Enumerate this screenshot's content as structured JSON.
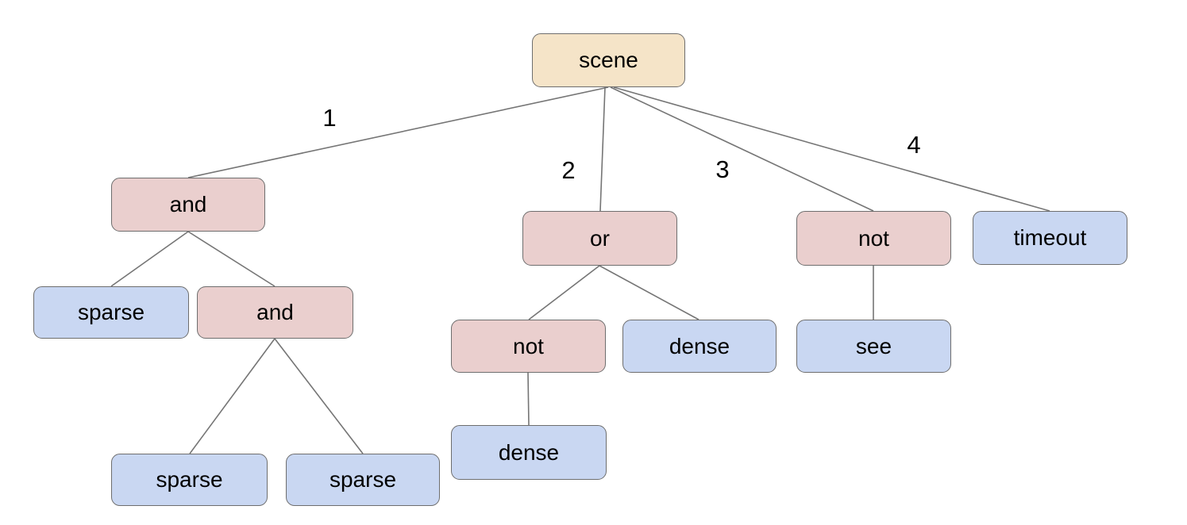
{
  "diagram": {
    "type": "tree",
    "root": "scene",
    "nodes": {
      "scene": {
        "label": "scene",
        "kind": "root"
      },
      "and1": {
        "label": "and",
        "kind": "operator"
      },
      "or1": {
        "label": "or",
        "kind": "operator"
      },
      "not1": {
        "label": "not",
        "kind": "operator"
      },
      "timeout": {
        "label": "timeout",
        "kind": "leaf"
      },
      "sparse1": {
        "label": "sparse",
        "kind": "leaf"
      },
      "and2": {
        "label": "and",
        "kind": "operator"
      },
      "not2": {
        "label": "not",
        "kind": "operator"
      },
      "dense1": {
        "label": "dense",
        "kind": "leaf"
      },
      "see1": {
        "label": "see",
        "kind": "leaf"
      },
      "sparse2": {
        "label": "sparse",
        "kind": "leaf"
      },
      "sparse3": {
        "label": "sparse",
        "kind": "leaf"
      },
      "dense2": {
        "label": "dense",
        "kind": "leaf"
      }
    },
    "edges": [
      {
        "from": "scene",
        "to": "and1",
        "label": "1"
      },
      {
        "from": "scene",
        "to": "or1",
        "label": "2"
      },
      {
        "from": "scene",
        "to": "not1",
        "label": "3"
      },
      {
        "from": "scene",
        "to": "timeout",
        "label": "4"
      },
      {
        "from": "and1",
        "to": "sparse1",
        "label": ""
      },
      {
        "from": "and1",
        "to": "and2",
        "label": ""
      },
      {
        "from": "and2",
        "to": "sparse2",
        "label": ""
      },
      {
        "from": "and2",
        "to": "sparse3",
        "label": ""
      },
      {
        "from": "or1",
        "to": "not2",
        "label": ""
      },
      {
        "from": "or1",
        "to": "dense1",
        "label": ""
      },
      {
        "from": "not2",
        "to": "dense2",
        "label": ""
      },
      {
        "from": "not1",
        "to": "see1",
        "label": ""
      }
    ],
    "edge_labels": {
      "e1": "1",
      "e2": "2",
      "e3": "3",
      "e4": "4"
    },
    "colors": {
      "root-fill": "#f5e4c8",
      "operator-fill": "#eacfce",
      "leaf-fill": "#c9d7f2",
      "node-border": "#6e6e6e",
      "edge-line": "#757575",
      "text": "#000000"
    }
  }
}
